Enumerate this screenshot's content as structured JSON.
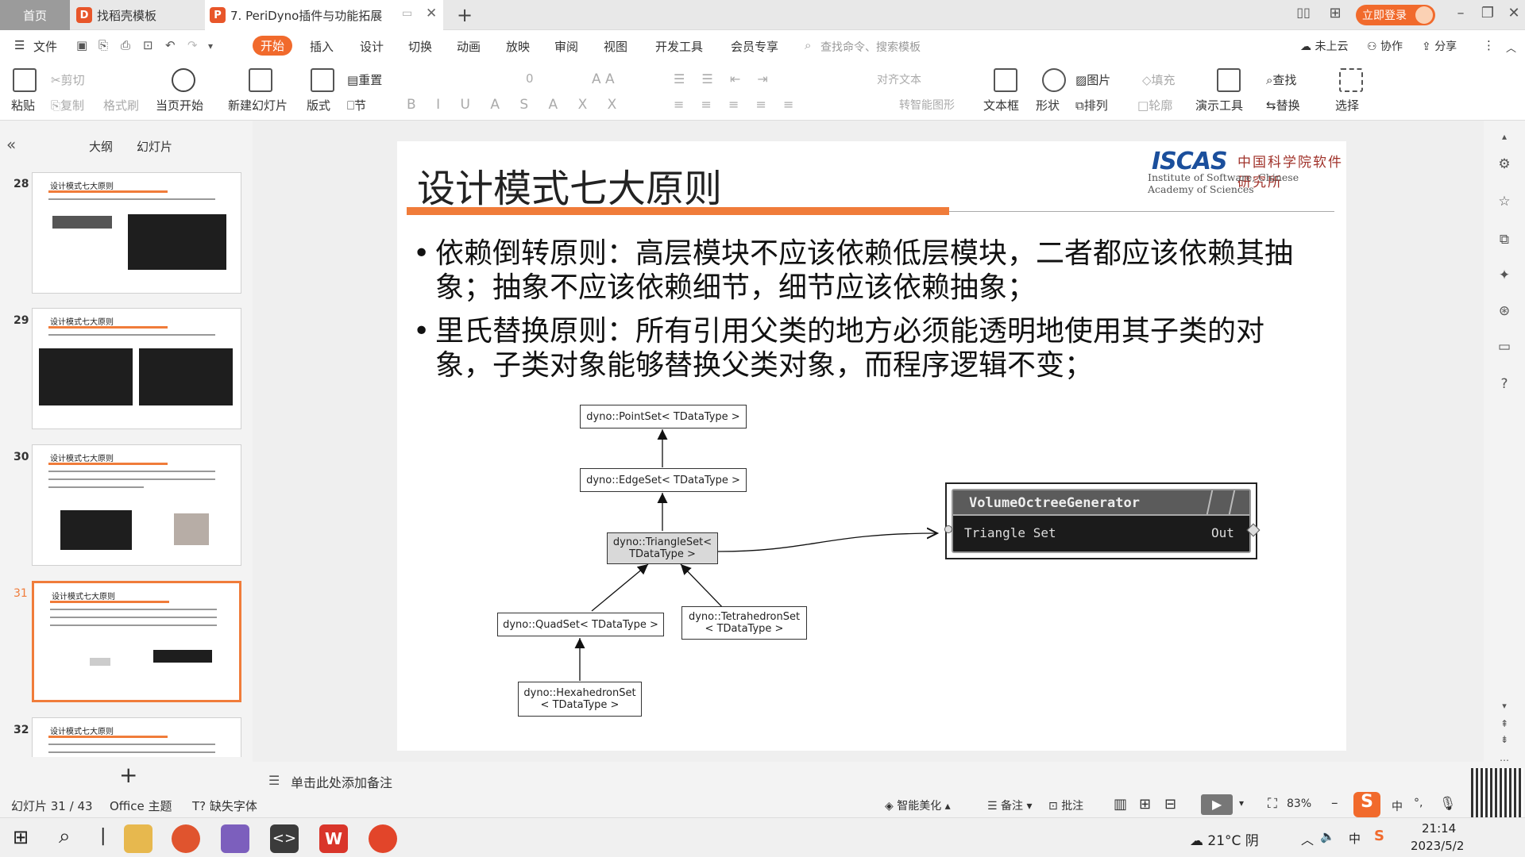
{
  "tabs": {
    "home": "首页",
    "templates": "找稻壳模板",
    "document": "7. PeriDyno插件与功能拓展"
  },
  "window": {
    "login": "立即登录"
  },
  "menu": {
    "file": "文件",
    "items": [
      "开始",
      "插入",
      "设计",
      "切换",
      "动画",
      "放映",
      "审阅",
      "视图",
      "开发工具",
      "会员专享"
    ],
    "search": "查找命令、搜索模板",
    "cloud": "未上云",
    "collab": "协作",
    "share": "分享"
  },
  "ribbon": {
    "paste": "粘贴",
    "cut": "剪切",
    "copy": "复制",
    "format_painter": "格式刷",
    "from_current": "当页开始",
    "new_slide": "新建幻灯片",
    "layout": "版式",
    "reset": "重置",
    "section": "节",
    "font_size": "0",
    "textbox": "文本框",
    "shape": "形状",
    "picture": "图片",
    "fill": "填充",
    "arrange": "排列",
    "outline": "轮廓",
    "presentation_tools": "演示工具",
    "find": "查找",
    "replace": "替换",
    "select": "选择",
    "align_text": "对齐文本",
    "smart_shape": "转智能图形"
  },
  "leftpanel": {
    "outline_tab": "大纲",
    "slides_tab": "幻灯片",
    "slides": [
      {
        "num": "28",
        "title": "设计模式七大原则"
      },
      {
        "num": "29",
        "title": "设计模式七大原则"
      },
      {
        "num": "30",
        "title": "设计模式七大原则"
      },
      {
        "num": "31",
        "title": "设计模式七大原则"
      },
      {
        "num": "32",
        "title": "设计模式七大原则"
      }
    ]
  },
  "slide": {
    "title": "设计模式七大原则",
    "logo_mark": "ISCAS",
    "logo_cn": "中国科学院软件研究所",
    "logo_en": "Institute of Software, Chinese Academy of Sciences",
    "bullet1": "依赖倒转原则：高层模块不应该依赖低层模块，二者都应该依赖其抽象；抽象不应该依赖细节，细节应该依赖抽象；",
    "bullet2": "里氏替换原则：所有引用父类的地方必须能透明地使用其子类的对象，子类对象能够替换父类对象，而程序逻辑不变；",
    "uml": {
      "pointset": "dyno::PointSet< TDataType >",
      "edgeset": "dyno::EdgeSet< TDataType >",
      "triangleset_1": "dyno::TriangleSet<",
      "triangleset_2": "TDataType >",
      "quadset": "dyno::QuadSet< TDataType >",
      "tetset_1": "dyno::TetrahedronSet",
      "tetset_2": "< TDataType >",
      "hexset_1": "dyno::HexahedronSet",
      "hexset_2": "< TDataType >"
    },
    "node": {
      "title": "VolumeOctreeGenerator",
      "input": "Triangle Set",
      "output": "Out"
    }
  },
  "notes": {
    "add_slide": "+",
    "placeholder": "单击此处添加备注"
  },
  "status": {
    "slide_pos": "幻灯片 31 / 43",
    "theme": "Office 主题",
    "missing_font": "缺失字体",
    "beautify": "智能美化",
    "notes": "备注",
    "comments": "批注",
    "zoom": "83%",
    "ime": "中"
  },
  "taskbar": {
    "weather": "21°C 阴",
    "time": "21:14",
    "date": "2023/5/2",
    "ime": "中"
  },
  "colors": {
    "accent": "#f07c3a",
    "login": "#f16a2c"
  }
}
